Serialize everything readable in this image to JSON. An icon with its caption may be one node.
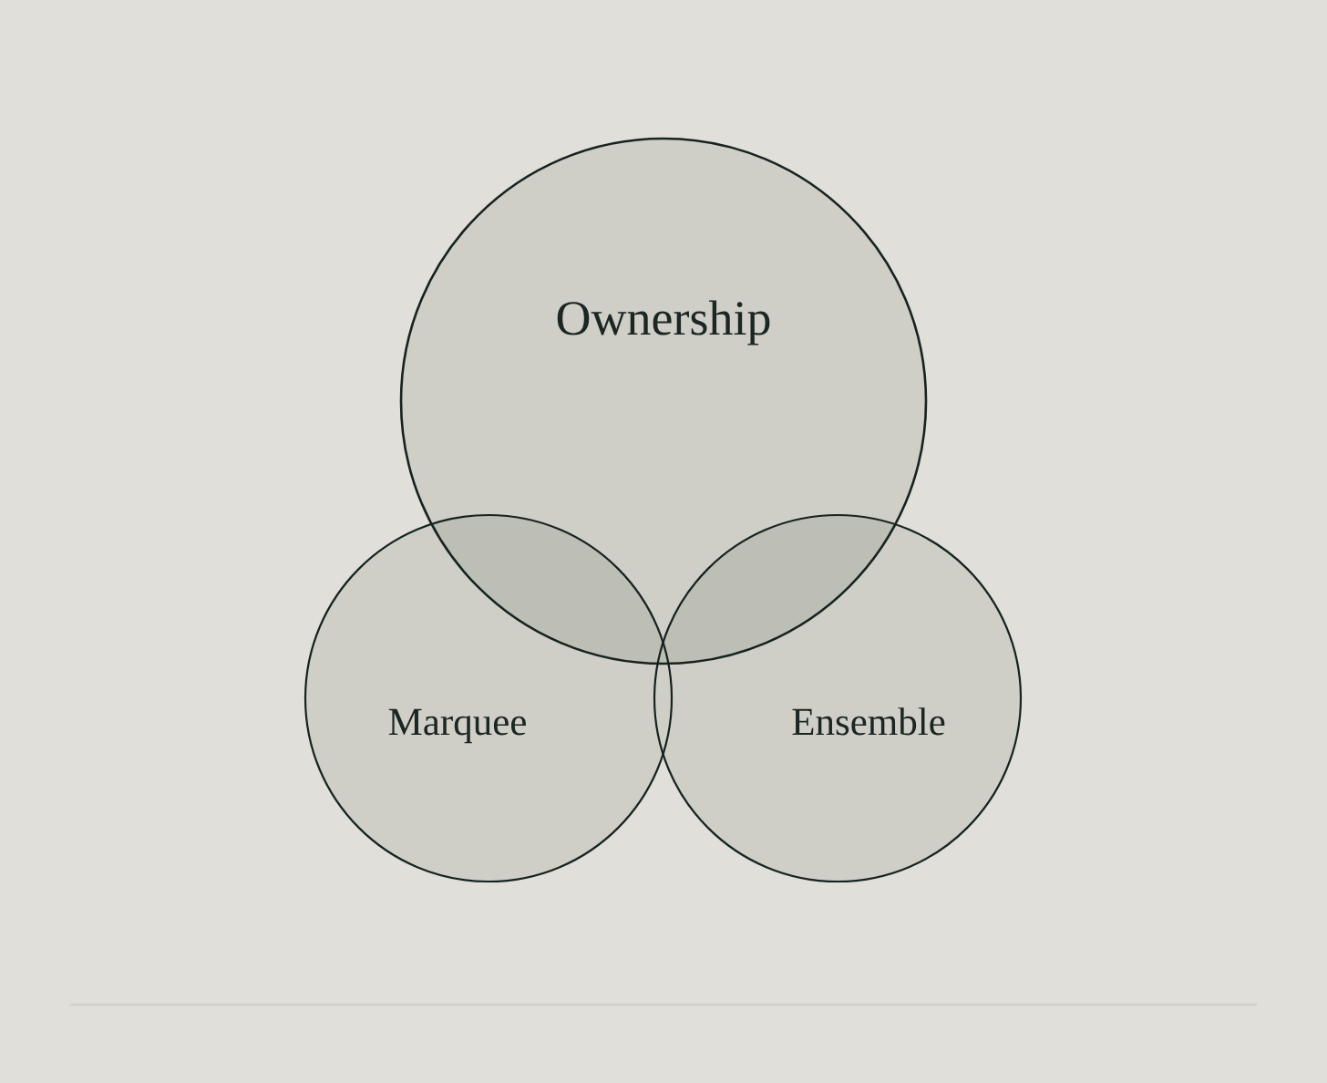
{
  "diagram": {
    "nodes": [
      {
        "text": [
          "Ownership"
        ]
      },
      {
        "text": [
          "Marquee"
        ]
      },
      {
        "text": [
          "Ensemble"
        ]
      }
    ]
  }
}
